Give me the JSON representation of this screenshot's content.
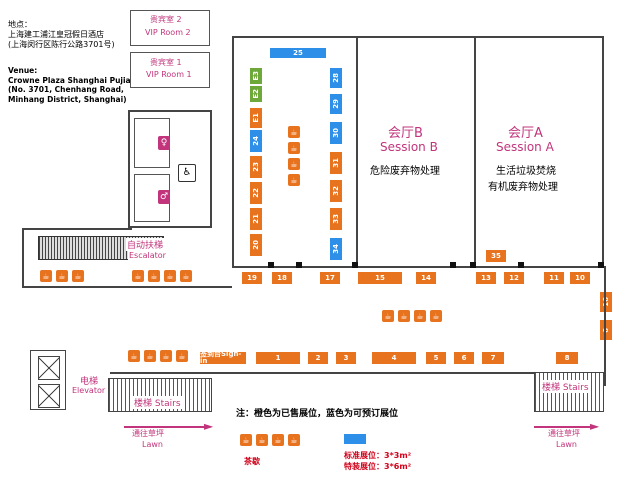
{
  "venue": {
    "addr_cn_label": "地点：",
    "addr_cn_name": "上海建工浦江皇冠假日酒店",
    "addr_cn_street": "(上海闵行区陈行公路3701号)",
    "addr_en_label": "Venue:",
    "addr_en_name": "Crowne Plaza Shanghai Pujiang",
    "addr_en_line1": "(No. 3701, Chenhang Road,",
    "addr_en_line2": "Minhang District, Shanghai)"
  },
  "rooms": {
    "vip2_cn": "贵宾室 2",
    "vip2_en": "VIP Room 2",
    "vip1_cn": "贵宾室 1",
    "vip1_en": "VIP Room 1"
  },
  "sessions": {
    "b_cn": "会厅B",
    "b_en": "Session B",
    "b_topic": "危险废弃物处理",
    "a_cn": "会厅A",
    "a_en": "Session A",
    "a_topic1": "生活垃圾焚烧",
    "a_topic2": "有机废弃物处理"
  },
  "labels": {
    "escalator_cn": "自动扶梯",
    "escalator_en": "Escalator",
    "elevator_cn": "电梯",
    "elevator_en": "Elevator",
    "stairs_left": "楼梯 Stairs",
    "stairs_right": "楼梯  Stairs",
    "lawn_left_cn": "通往草坪",
    "lawn_left_en": "Lawn",
    "lawn_right_cn": "通往草坪",
    "lawn_right_en": "Lawn",
    "signin": "签到台Sign-in"
  },
  "legend": {
    "note": "注：橙色为已售展位，蓝色为可预订展位",
    "tea_label": "茶歇",
    "standard": "标准展位：3*3m²",
    "special": "特装展位：3*6m²"
  },
  "booths": {
    "b1": "1",
    "b2": "2",
    "b3": "3",
    "b4": "4",
    "b5": "5",
    "b6": "6",
    "b7": "7",
    "b8": "8",
    "b6v": "6",
    "b16": "16",
    "b10": "10",
    "b11": "11",
    "b12": "12",
    "b13": "13",
    "b14": "14",
    "b15": "15",
    "b17": "17",
    "b18": "18",
    "b19": "19",
    "b20": "20",
    "b21": "21",
    "b22": "22",
    "b23": "23",
    "b24": "24",
    "e1": "E1",
    "e2": "E2",
    "e3": "E3",
    "b25": "25",
    "b28": "28",
    "b29": "29",
    "b30": "30",
    "b31": "31",
    "b32": "32",
    "b33": "33",
    "b34": "34",
    "b35": "35"
  },
  "colors": {
    "sold": "#e8731f",
    "available": "#2d8fe8",
    "exhibit": "#6fa83a",
    "label_accent": "#c2347c"
  },
  "icons": {
    "tea": "coffee-cup-icon",
    "restroom": "restroom-icon"
  }
}
